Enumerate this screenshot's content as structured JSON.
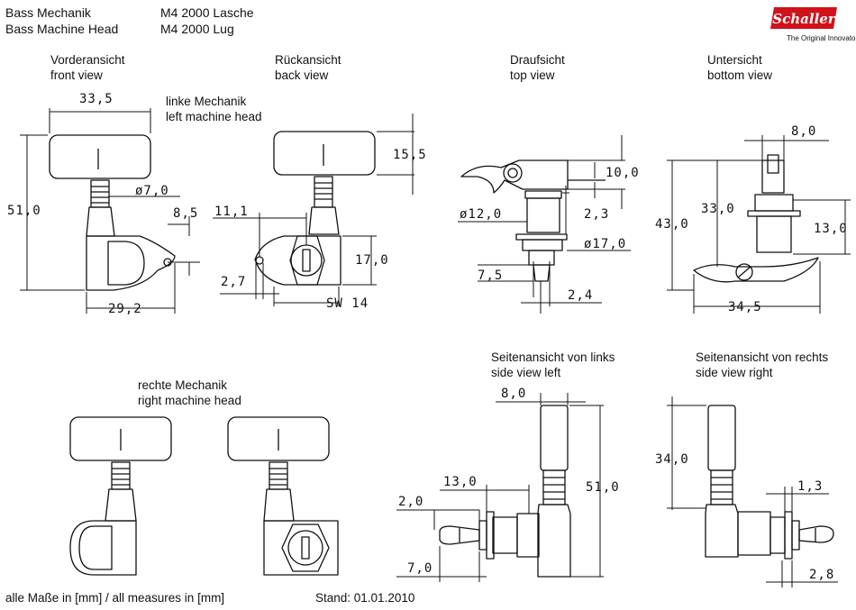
{
  "header": {
    "title_de": "Bass Mechanik",
    "title_en": "Bass Machine Head",
    "model_de": "M4 2000 Lasche",
    "model_en": "M4 2000 Lug"
  },
  "brand": {
    "name": "Schaller",
    "tagline": "The Original Innovators",
    "color": "#d0121b"
  },
  "views": {
    "front": {
      "de": "Vorderansicht",
      "en": "front view"
    },
    "left_head": {
      "de": "linke Mechanik",
      "en": "left machine head"
    },
    "back": {
      "de": "Rückansicht",
      "en": "back view"
    },
    "top": {
      "de": "Draufsicht",
      "en": "top view"
    },
    "bottom": {
      "de": "Untersicht",
      "en": "bottom view"
    },
    "right_head": {
      "de": "rechte Mechanik",
      "en": "right machine head"
    },
    "side_left": {
      "de": "Seitenansicht von links",
      "en": "side view left"
    },
    "side_right": {
      "de": "Seitenansicht von rechts",
      "en": "side view right"
    }
  },
  "dimensions": {
    "front_width": "33,5",
    "front_height": "51,0",
    "front_post": "ø7,0",
    "front_lug": "8,5",
    "front_base": "29,2",
    "back_lug_offset": "11,1",
    "back_knob_h": "15,5",
    "back_body_h": "17,0",
    "back_hole": "2,7",
    "back_nut": "SW 14",
    "top_h1": "10,0",
    "top_d12": "ø12,0",
    "top_2_3": "2,3",
    "top_d17": "ø17,0",
    "top_7_5": "7,5",
    "top_2_4": "2,4",
    "bottom_8_0": "8,0",
    "bottom_33_0": "33,0",
    "bottom_43_0": "43,0",
    "bottom_13_0": "13,0",
    "bottom_34_5": "34,5",
    "sl_8_0": "8,0",
    "sl_13_0": "13,0",
    "sl_51_0": "51,0",
    "sl_2_0": "2,0",
    "sl_7_0": "7,0",
    "sr_34_0": "34,0",
    "sr_1_3": "1,3",
    "sr_2_8": "2,8"
  },
  "footer": {
    "measures": "alle Maße in [mm] / all measures in [mm]",
    "date": "Stand: 01.01.2010"
  }
}
